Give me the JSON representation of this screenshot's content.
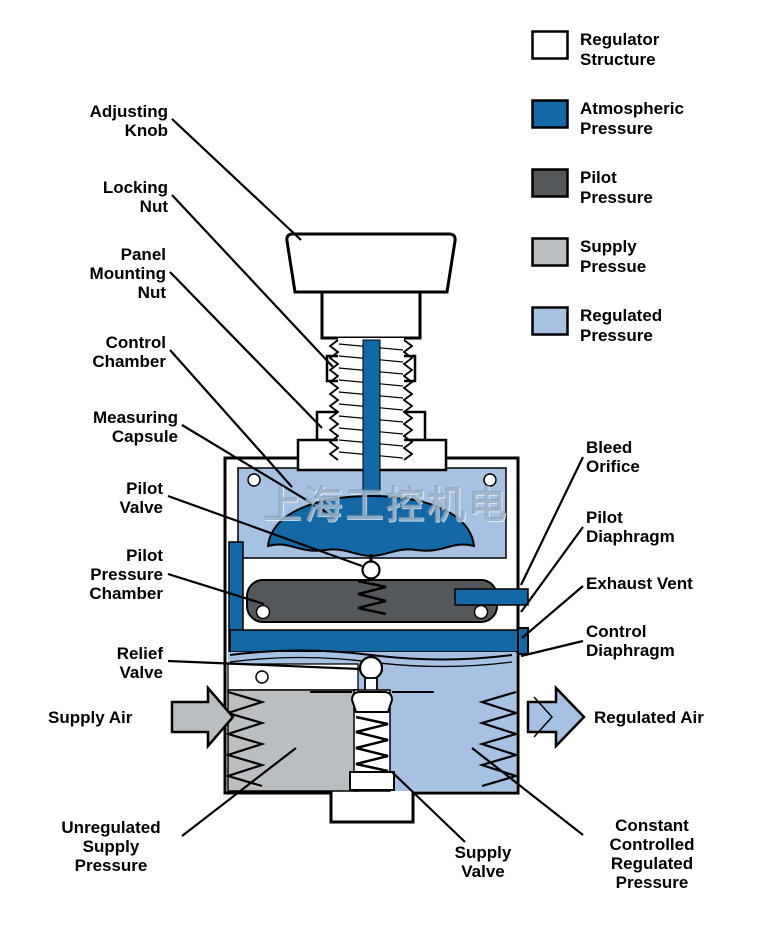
{
  "watermark": "上海工控机电",
  "colors": {
    "structure": "#ffffff",
    "atmospheric": "#1368a5",
    "pilot": "#54585b",
    "supply": "#bbbec0",
    "regulated": "#a6c1e2"
  },
  "legend": {
    "items": [
      {
        "label": "Regulator\nStructure",
        "color": "#ffffff"
      },
      {
        "label": "Atmospheric\nPressure",
        "color": "#1368a5"
      },
      {
        "label": "Pilot\nPressure",
        "color": "#54585b"
      },
      {
        "label": "Supply\nPressue",
        "color": "#bbbec0"
      },
      {
        "label": "Regulated\nPressure",
        "color": "#a6c1e2"
      }
    ]
  },
  "callouts": {
    "adjusting_knob": "Adjusting\nKnob",
    "locking_nut": "Locking\nNut",
    "panel_mounting_nut": "Panel\nMounting\nNut",
    "control_chamber": "Control\nChamber",
    "measuring_capsule": "Measuring\nCapsule",
    "pilot_valve": "Pilot\nValve",
    "pilot_pressure_chamber": "Pilot\nPressure\nChamber",
    "relief_valve": "Relief\nValve",
    "supply_air": "Supply Air",
    "unregulated_supply_pressure": "Unregulated\nSupply\nPressure",
    "bleed_orifice": "Bleed\nOrifice",
    "pilot_diaphragm": "Pilot\nDiaphragm",
    "exhaust_vent": "Exhaust Vent",
    "control_diaphragm": "Control\nDiaphragm",
    "regulated_air": "Regulated Air",
    "constant_controlled_regulated_pressure": "Constant\nControlled\nRegulated\nPressure",
    "supply_valve": "Supply\nValve"
  }
}
